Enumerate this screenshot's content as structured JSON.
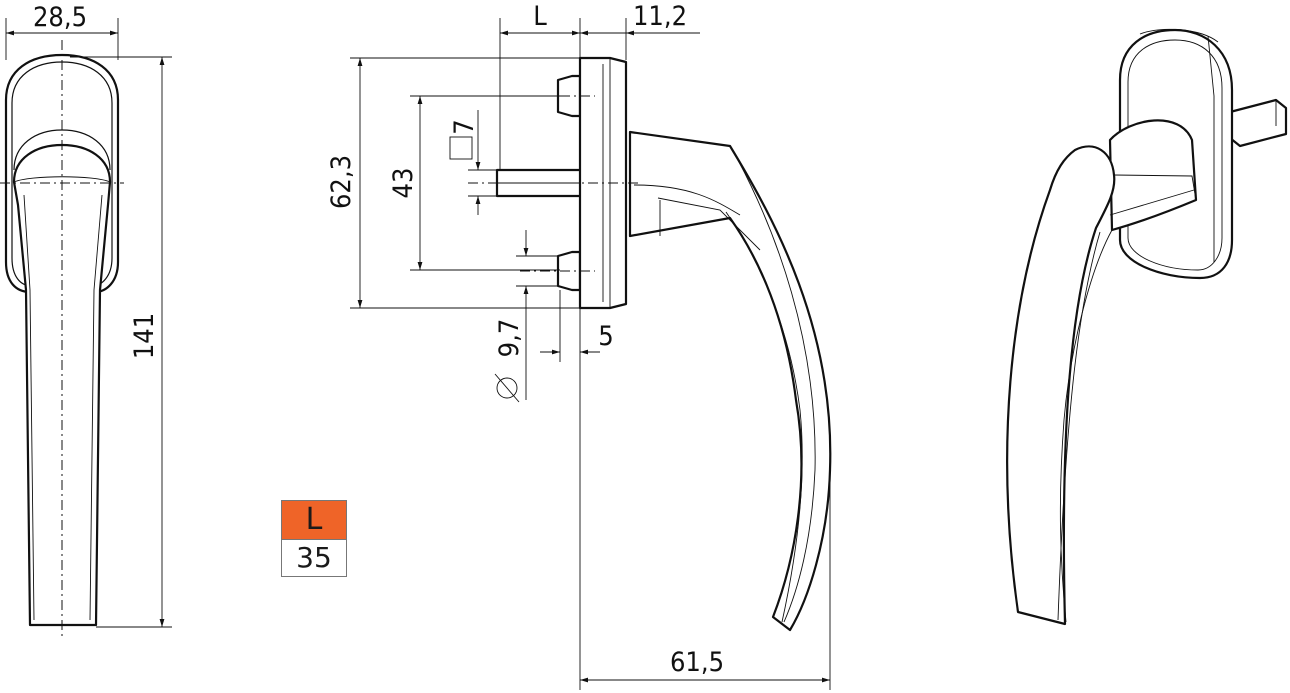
{
  "dimensions": {
    "width_front": "28,5",
    "height_total": "141",
    "length_L": "L",
    "rose_thickness": "11,2",
    "rose_height": "62,3",
    "screw_spacing": "43",
    "square_spindle": "7",
    "screw_diameter": "9,7",
    "screw_offset": "5",
    "projection": "61,5"
  },
  "legend": {
    "header": "L",
    "value": "35",
    "header_color": "#ef6428"
  },
  "icons": {
    "square_symbol": "square-symbol-icon",
    "diameter_symbol": "diameter-symbol-icon"
  }
}
